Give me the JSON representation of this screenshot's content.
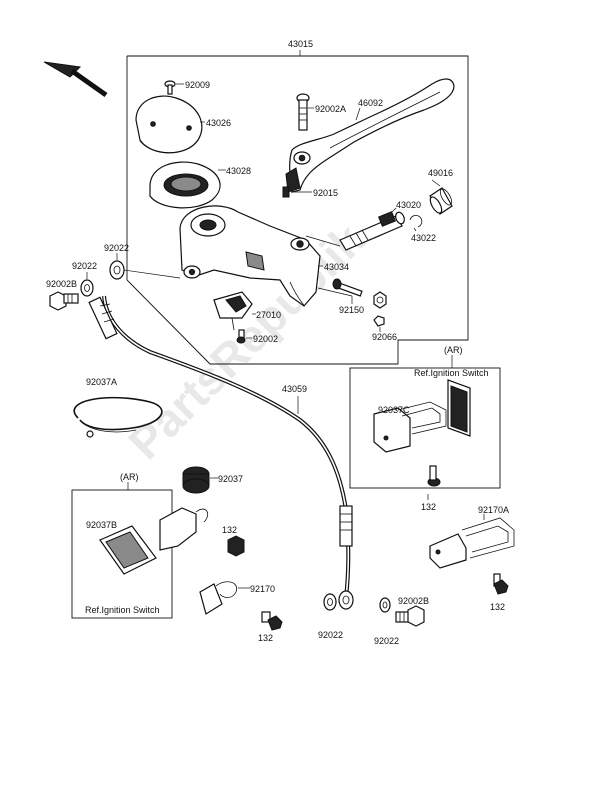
{
  "watermark": "PartsRepublik",
  "labels": {
    "assembly_main": "43015",
    "bolt_92009": "92009",
    "cap_43026": "43026",
    "diaphragm_43028": "43028",
    "bolt_92002a": "92002A",
    "lever_46092": "46092",
    "pin_92015": "92015",
    "piston_43020": "43020",
    "boot_49016": "49016",
    "circlip_43022": "43022",
    "body_43034": "43034",
    "washer_92022_a": "92022",
    "washer_92022_b": "92022",
    "banjo_92002b": "92002B",
    "switch_27010": "27010",
    "bolt_92150": "92150",
    "nut_92066": "92066",
    "bolt_92002": "92002",
    "clamp_92037a": "92037A",
    "hose_43059": "43059",
    "ar_top": "(AR)",
    "ref_top": "Ref.Ignition Switch",
    "bracket_92037c": "92037C",
    "bolt_132_top": "132",
    "ar_left": "(AR)",
    "bracket_92037": "92037",
    "bracket_92037b": "92037B",
    "bolt_132_left": "132",
    "clamp_92170": "92170",
    "bolt_132_bottom": "132",
    "ref_left": "Ref.Ignition Switch",
    "clamp_92170a": "92170A",
    "bolt_132_right": "132",
    "banjo_92002b_bottom": "92002B",
    "washer_92022_c": "92022",
    "washer_92022_d": "92022"
  }
}
